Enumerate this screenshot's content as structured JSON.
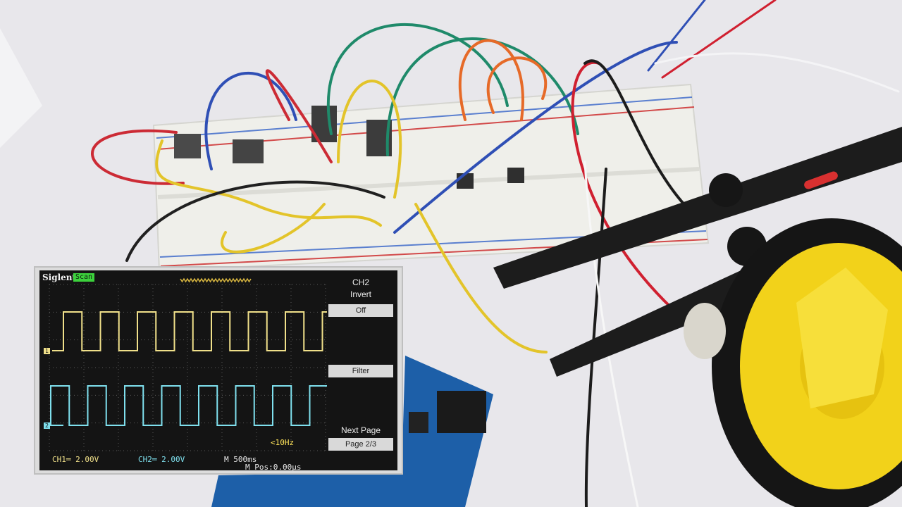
{
  "scope": {
    "brand": "Siglent",
    "mode_badge": "Scan",
    "ch_menu_title": "CH2",
    "invert_label": "Invert",
    "invert_value": "Off",
    "filter_label": "Filter",
    "next_page_label": "Next Page",
    "page_indicator": "Page 2/3",
    "frequency": "<10Hz",
    "ch1_scale": "CH1═ 2.00V",
    "ch2_scale": "CH2═ 2.00V",
    "timebase": "M 500ms",
    "position": "M Pos:0.00μs",
    "ch1_marker": "1",
    "ch2_marker": "2",
    "colors": {
      "ch1": "#f0e08a",
      "ch2": "#7fe0ee",
      "mode_badge": "#3cd13c"
    }
  }
}
